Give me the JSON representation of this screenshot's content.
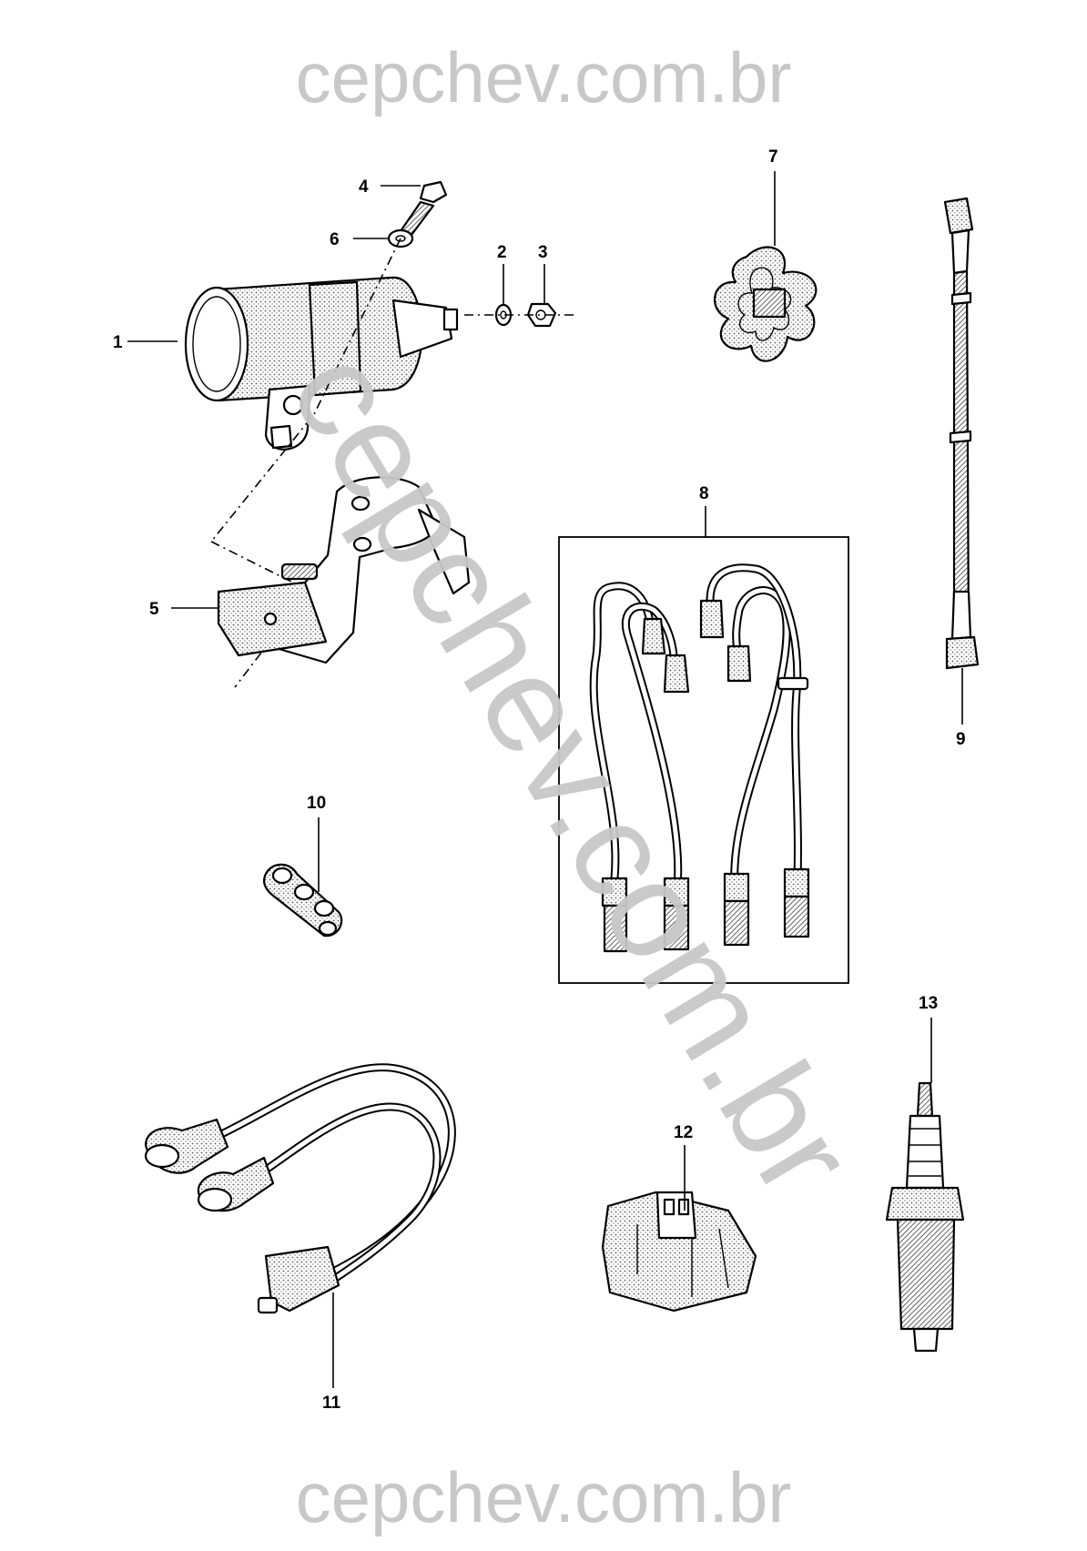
{
  "watermark": {
    "top": "cepchev.com.br",
    "diagonal": "cepchev.com.br",
    "bottom": "cepchev.com.br"
  },
  "callouts": [
    "1",
    "2",
    "3",
    "4",
    "5",
    "6",
    "7",
    "8",
    "9",
    "10",
    "11",
    "12",
    "13"
  ]
}
